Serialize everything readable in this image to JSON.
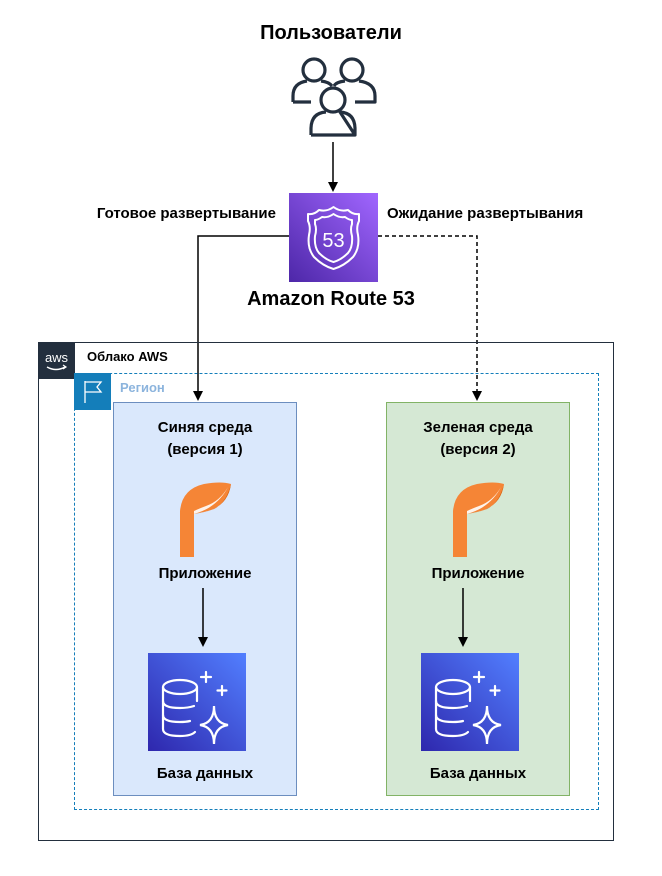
{
  "users": {
    "label": "Пользователи",
    "icon": "users-icon"
  },
  "route53": {
    "label": "Amazon Route 53",
    "badge": "53",
    "icon": "route53-icon",
    "color": "#8c4fff"
  },
  "routes": {
    "live": {
      "label": "Готовое развертывание",
      "style": "solid"
    },
    "pending": {
      "label": "Ожидание развертывания",
      "style": "dashed"
    }
  },
  "cloud": {
    "label": "Облако AWS",
    "logo_text": "aws",
    "icon": "aws-logo-icon"
  },
  "region": {
    "label": "Регион",
    "icon": "region-flag-icon"
  },
  "environments": [
    {
      "title_line1": "Синяя среда",
      "title_line2": "(версия 1)",
      "app_label": "Приложение",
      "db_label": "База данных",
      "fill": "#dae8fc",
      "stroke": "#6c8ebf"
    },
    {
      "title_line1": "Зеленая среда",
      "title_line2": "(версия 2)",
      "app_label": "Приложение",
      "db_label": "База данных",
      "fill": "#d5e8d4",
      "stroke": "#82b366"
    }
  ]
}
